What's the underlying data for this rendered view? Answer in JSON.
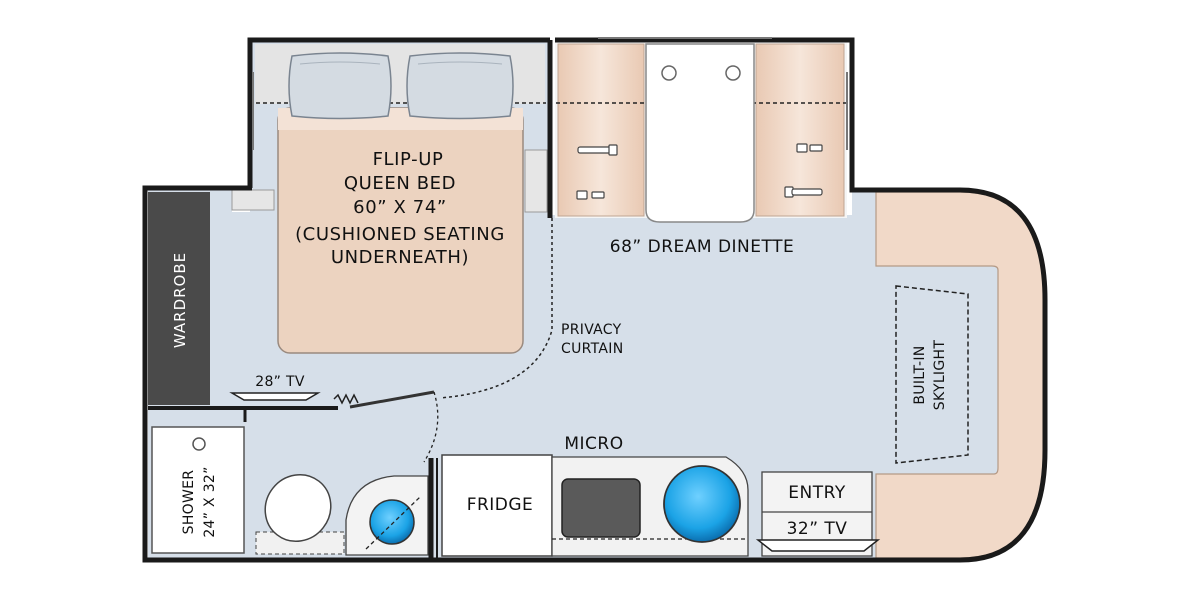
{
  "labels": {
    "bed_line1": "FLIP-UP",
    "bed_line2": "QUEEN BED",
    "bed_line3": "60” X 74”",
    "bed_line4": "(CUSHIONED SEATING",
    "bed_line5": "UNDERNEATH)",
    "dinette": "68” DREAM DINETTE",
    "wardrobe": "WARDROBE",
    "privacy_line1": "PRIVACY",
    "privacy_line2": "CURTAIN",
    "tv_bedroom": "28” TV",
    "skylight_line1": "BUILT-IN",
    "skylight_line2": "SKYLIGHT",
    "micro": "MICRO",
    "fridge": "FRIDGE",
    "entry": "ENTRY",
    "tv_entry": "32” TV",
    "shower_line1": "SHOWER",
    "shower_line2": "24” X 32”"
  },
  "colors": {
    "floor": "#d6dfe9",
    "bed": "#ecd3c0",
    "cushion": "#f1d9c8",
    "wall": "#1a1a1a",
    "wardrobe": "#4a4a4a",
    "sink_blue": "#1ba3e6"
  }
}
